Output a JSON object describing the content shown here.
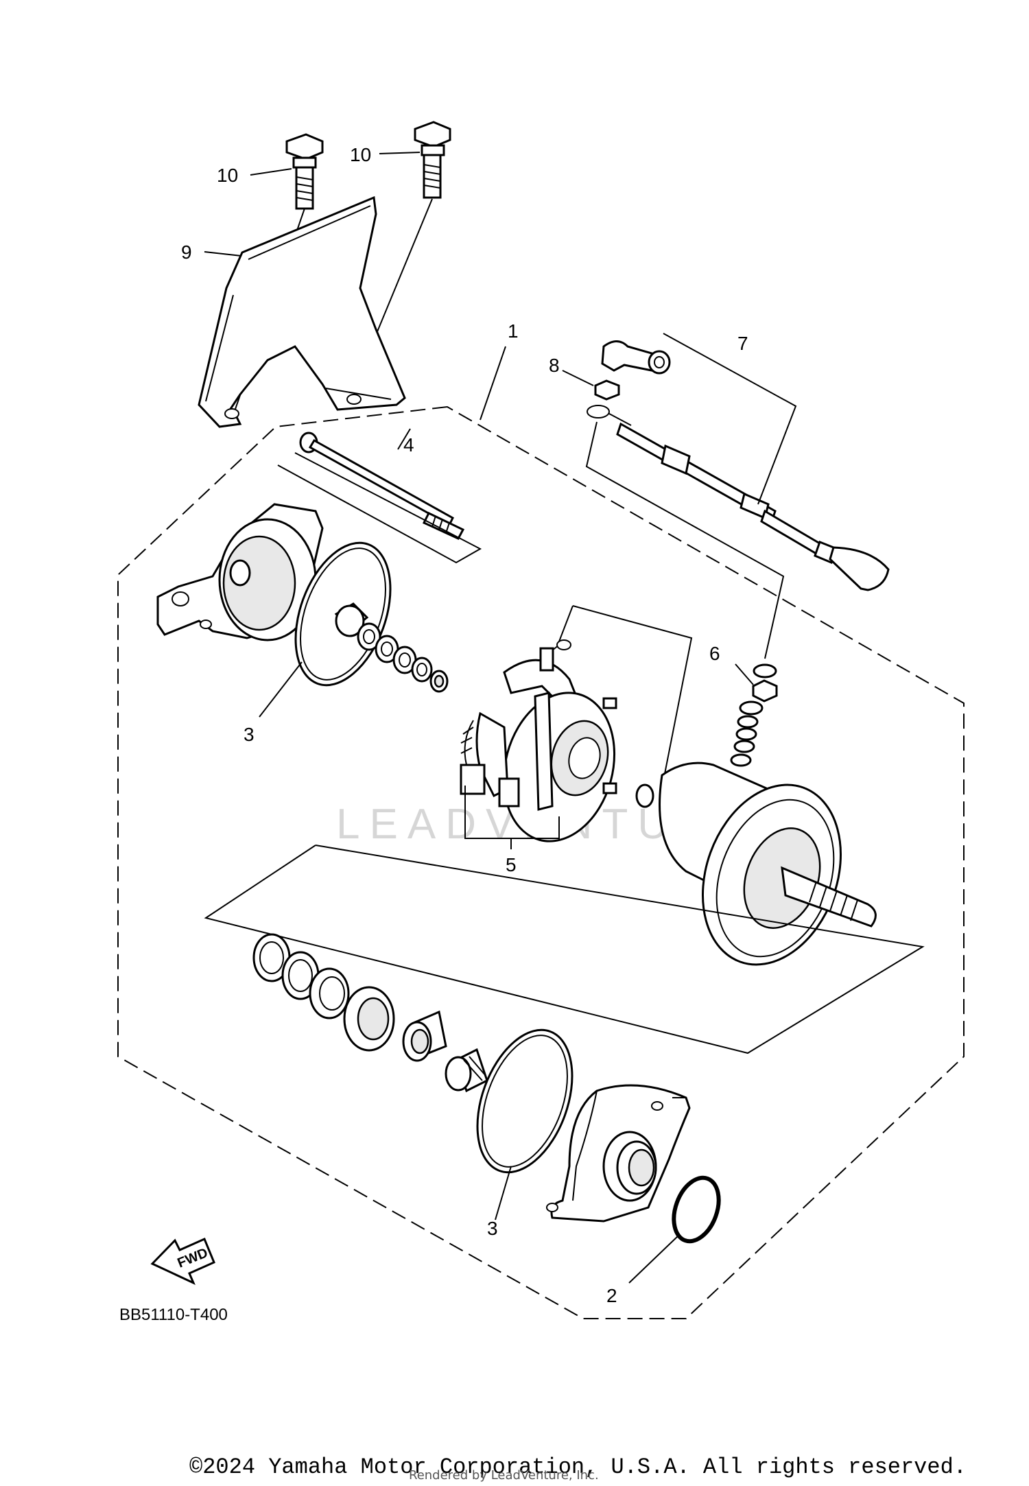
{
  "callouts": {
    "c1": "1",
    "c2": "2",
    "c3a": "3",
    "c3b": "3",
    "c4": "4",
    "c5": "5",
    "c6": "6",
    "c7": "7",
    "c8": "8",
    "c9": "9",
    "c10a": "10",
    "c10b": "10"
  },
  "diagram_code": "BB51110-T400",
  "fwd_label": "FWD",
  "watermark": "LEADVENTURE",
  "footer": {
    "copyright": "©2024 Yamaha Motor Corporation, U.S.A. All rights reserved.",
    "rendered_by": "Rendered by LeadVenture, Inc."
  }
}
